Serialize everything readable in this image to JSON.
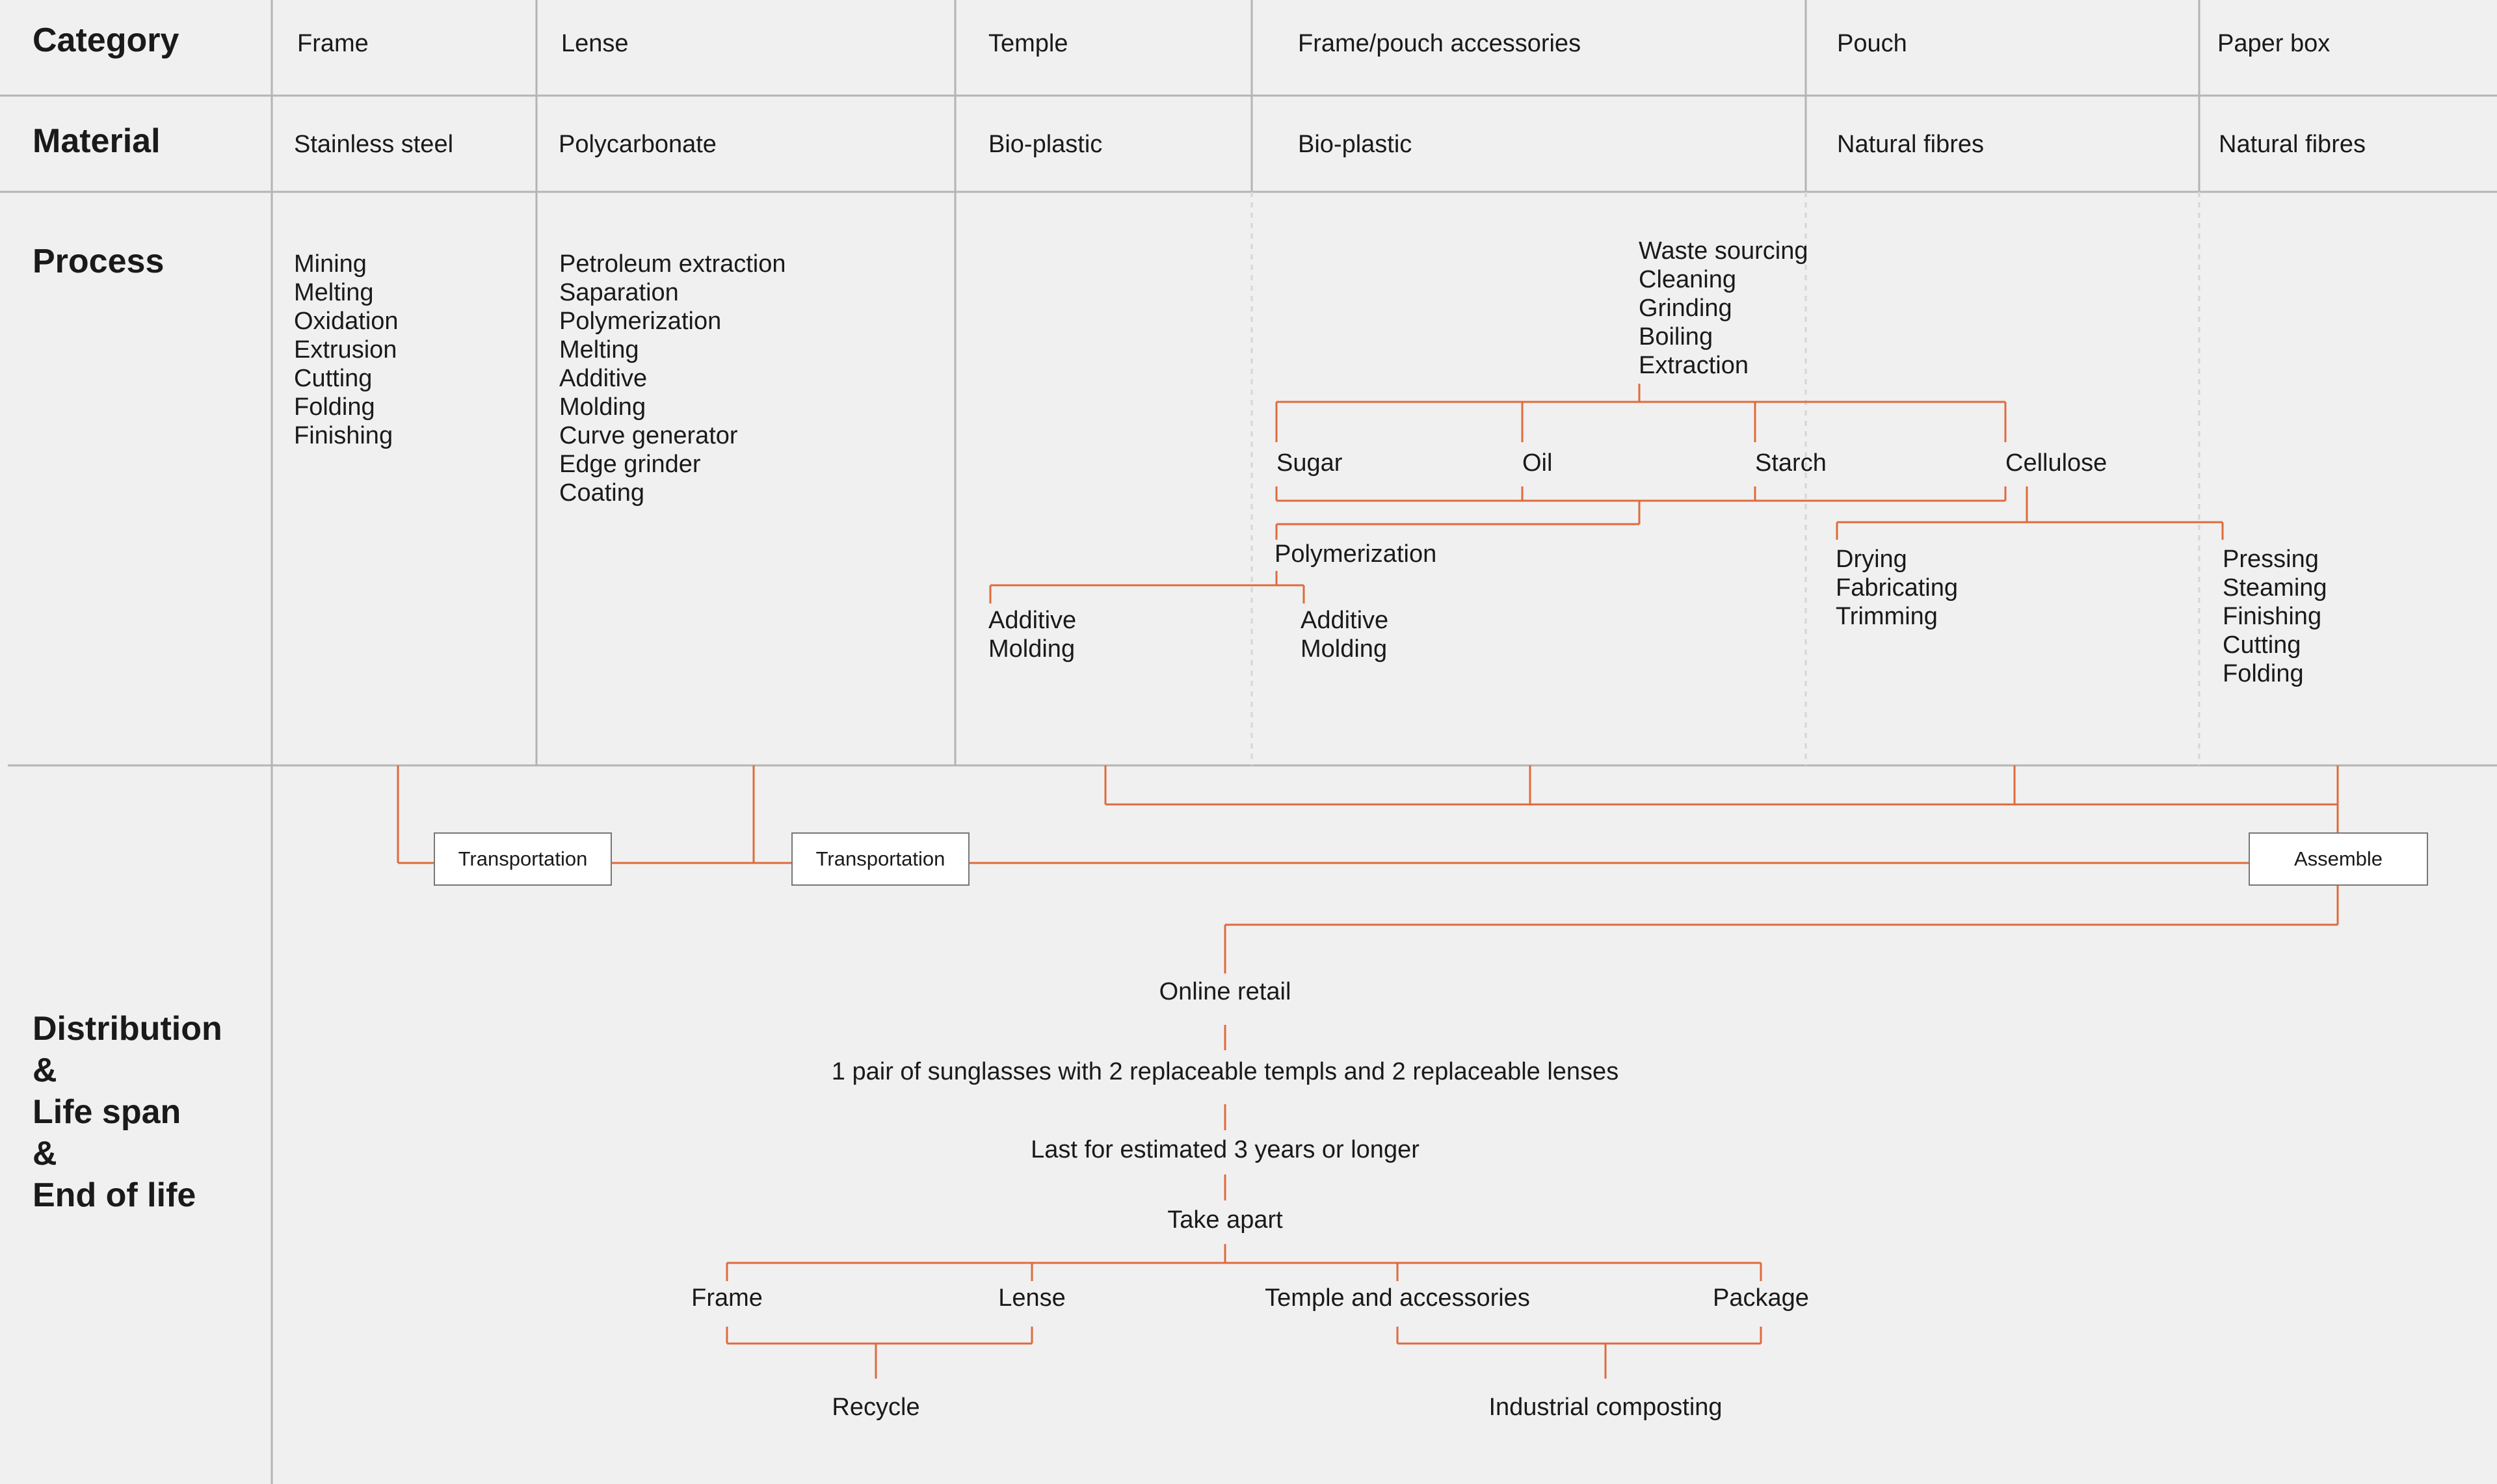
{
  "rows": {
    "category": "Category",
    "material": "Material",
    "process": "Process",
    "distribution": "Distribution\n&\nLife span\n&\nEnd of life"
  },
  "categories": [
    "Frame",
    "Lense",
    "Temple",
    "Frame/pouch accessories",
    "Pouch",
    "Paper box"
  ],
  "materials": [
    "Stainless steel",
    "Polycarbonate",
    "Bio-plastic",
    "Bio-plastic",
    "Natural fibres",
    "Natural fibres"
  ],
  "process": {
    "frame": "Mining\nMelting\nOxidation\nExtrusion\nCutting\nFolding\nFinishing",
    "lense": "Petroleum extraction\nSaparation\nPolymerization\nMelting\nAdditive\nMolding\nCurve generator\nEdge grinder\nCoating",
    "waste": "Waste sourcing\nCleaning\nGrinding\nBoiling\nExtraction",
    "sugar": "Sugar",
    "oil": "Oil",
    "starch": "Starch",
    "cellulose": "Cellulose",
    "polymerization": "Polymerization",
    "temple_steps": "Additive\nMolding",
    "accessory_steps": "Additive\nMolding",
    "pouch_steps": "Drying\nFabricating\nTrimming",
    "box_steps": "Pressing\nSteaming\nFinishing\nCutting\nFolding"
  },
  "distribution": {
    "transport_1": "Transportation",
    "transport_2": "Transportation",
    "assemble": "Assemble",
    "online_retail": "Online retail",
    "product": "1 pair of sunglasses with 2 replaceable templs and 2 replaceable lenses",
    "lifespan": "Last for estimated 3 years or longer",
    "take_apart": "Take apart",
    "frame": "Frame",
    "lense": "Lense",
    "temple_accessories": "Temple and accessories",
    "package": "Package",
    "recycle": "Recycle",
    "composting": "Industrial composting"
  },
  "colors": {
    "background": "#f0f0f0",
    "grid": "#b4b4b4",
    "dotted": "#d6d6d6",
    "connector": "#e06a3b",
    "text": "#1a1a1a"
  }
}
